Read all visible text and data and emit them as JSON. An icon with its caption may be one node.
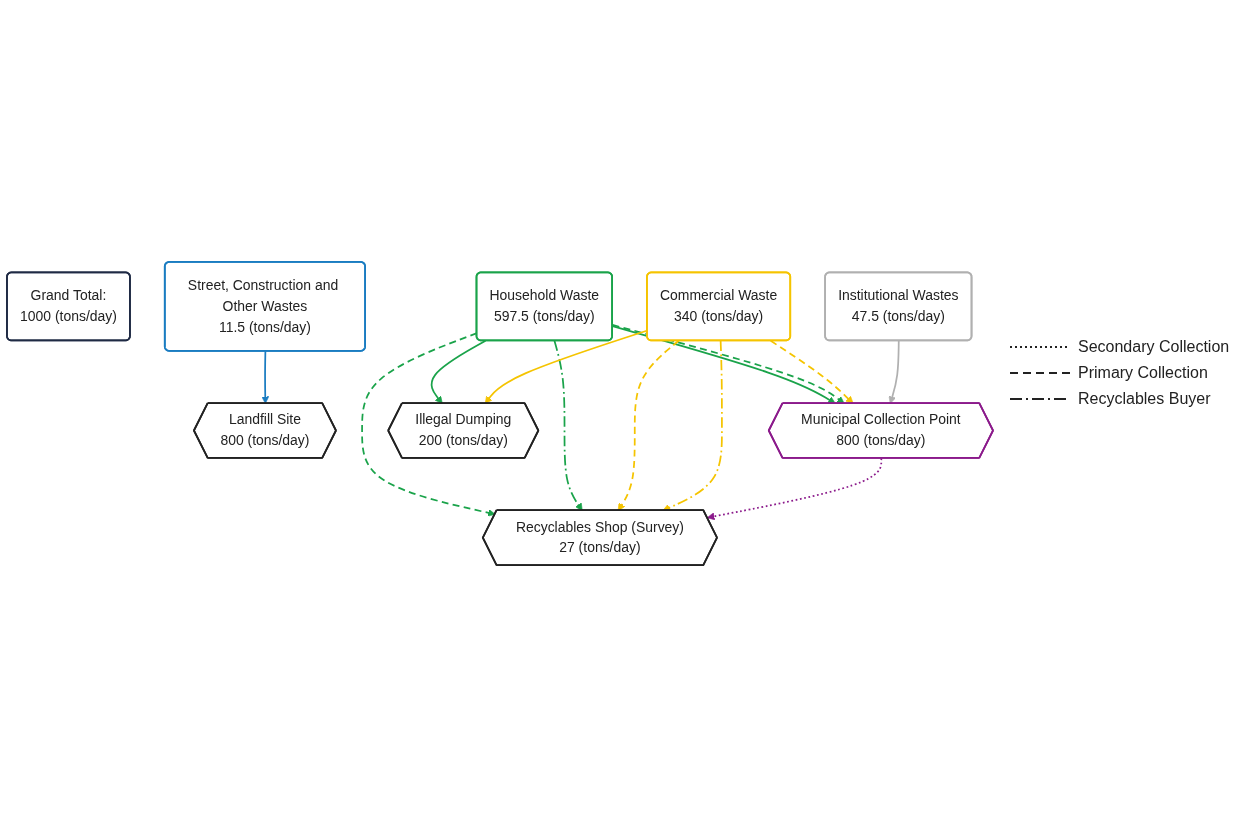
{
  "diagram": {
    "nodes": [
      {
        "text": [
          "Grand Total:",
          "1000 (tons/day)"
        ]
      },
      {
        "text": [
          "Street, Construction and Other Wastes",
          "11.5 (tons/day)"
        ]
      },
      {
        "text": [
          "Household Waste",
          "597.5 (tons/day)"
        ]
      },
      {
        "text": [
          "Commercial Waste",
          "340 (tons/day)"
        ]
      },
      {
        "text": [
          "Institutional Wastes",
          "47.5 (tons/day)"
        ]
      },
      {
        "text": [
          "Municipal Collection Point",
          "800 (tons/day)"
        ]
      },
      {
        "text": [
          "Landfill Site",
          "800 (tons/day)"
        ]
      },
      {
        "text": [
          "Recyclables Shop (Survey)",
          "27 (tons/day)"
        ]
      },
      {
        "text": [
          "Illegal Dumping",
          "200 (tons/day)"
        ]
      }
    ],
    "edges": [
      {
        "from": 1,
        "to": 6,
        "arrow": "to",
        "color": "#1a7cc1"
      },
      {
        "from": 2,
        "to": 5,
        "arrow": "to",
        "color": "#1aa34a"
      },
      {
        "from": 2,
        "to": 5,
        "arrow": "to",
        "style": "dashed",
        "color": "#1aa34a"
      },
      {
        "from": 2,
        "to": 7,
        "arrow": "to",
        "style": "dashed",
        "color": "#1aa34a"
      },
      {
        "from": 2,
        "to": 7,
        "arrow": "to",
        "style": "dashed",
        "color": "#1aa34a"
      },
      {
        "from": 2,
        "to": 8,
        "arrow": "to",
        "color": "#1aa34a"
      },
      {
        "from": 3,
        "to": 5,
        "arrow": "to",
        "style": "dashed",
        "color": "#f5c400"
      },
      {
        "from": 3,
        "to": 7,
        "arrow": "to",
        "style": "dashed",
        "color": "#f5c400"
      },
      {
        "from": 3,
        "to": 7,
        "arrow": "to",
        "style": "dashed",
        "color": "#f5c400"
      },
      {
        "from": 3,
        "to": 8,
        "arrow": "to",
        "color": "#f5c400"
      },
      {
        "from": 4,
        "to": 5,
        "arrow": "to",
        "color": "#b0b0b0"
      },
      {
        "from": 5,
        "to": 7,
        "arrow": "to",
        "style": "dashed",
        "color": "#8b1a8b"
      }
    ],
    "legend": [
      {
        "text": "Secondary Collection"
      },
      {
        "text": "Primary Collection"
      },
      {
        "text": "Recyclables Buyer"
      }
    ]
  }
}
